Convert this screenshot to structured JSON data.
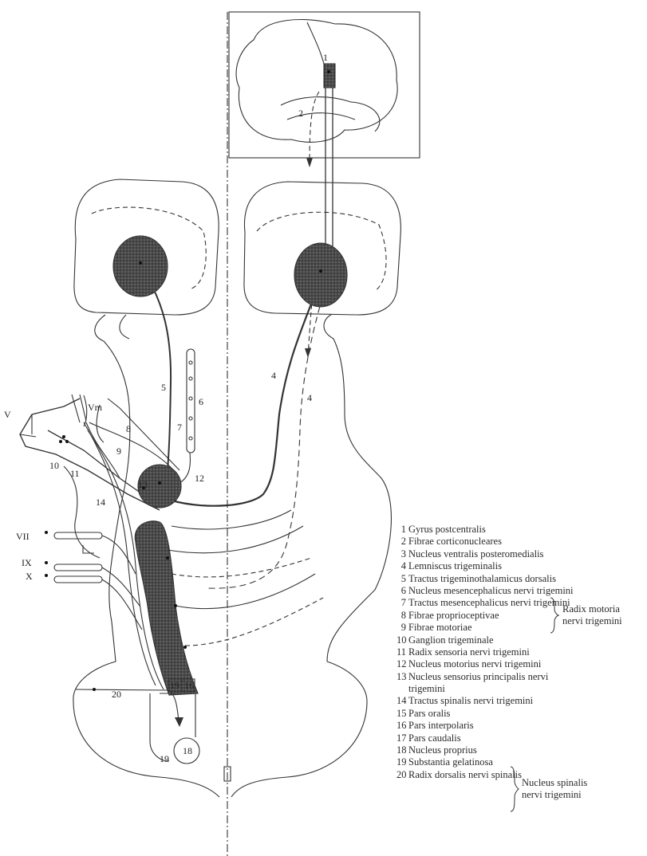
{
  "diagram": {
    "top_labels": {
      "l1": "1",
      "l2": "2"
    },
    "labels": {
      "l4a": "4",
      "l4b": "4",
      "l5": "5",
      "l6": "6",
      "l7": "7",
      "l8": "8",
      "l9": "9",
      "l10": "10",
      "l11": "11",
      "l12": "12",
      "l13": "13",
      "l14": "14",
      "l19": "19",
      "l16": "16",
      "l18": "18",
      "l19b": "19",
      "l20": "20"
    },
    "nerve_labels": {
      "v": "V",
      "vm": "Vm",
      "vii": "VII",
      "ix": "IX",
      "x": "X"
    }
  },
  "legend": {
    "items": [
      {
        "num": "1",
        "text": "Gyrus postcentralis"
      },
      {
        "num": "2",
        "text": "Fibrae corticonucleares"
      },
      {
        "num": "3",
        "text": "Nucleus ventralis posteromedialis"
      },
      {
        "num": "4",
        "text": "Lemniscus trigeminalis"
      },
      {
        "num": "5",
        "text": "Tractus trigeminothalamicus dorsalis"
      },
      {
        "num": "6",
        "text": "Nucleus mesencephalicus nervi trigemini"
      },
      {
        "num": "7",
        "text": "Tractus mesencephalicus nervi trigemini"
      },
      {
        "num": "8",
        "text": "Fibrae proprioceptivae"
      },
      {
        "num": "9",
        "text": "Fibrae motoriae"
      },
      {
        "num": "10",
        "text": "Ganglion trigeminale"
      },
      {
        "num": "11",
        "text": "Radix sensoria nervi trigemini"
      },
      {
        "num": "12",
        "text": "Nucleus motorius nervi trigemini"
      },
      {
        "num": "13",
        "text": "Nucleus sensorius principalis nervi"
      },
      {
        "num": "",
        "text": "trigemini"
      },
      {
        "num": "14",
        "text": "Tractus spinalis nervi trigemini"
      },
      {
        "num": "15",
        "text": "Pars oralis"
      },
      {
        "num": "16",
        "text": "Pars interpolaris"
      },
      {
        "num": "17",
        "text": "Pars caudalis"
      },
      {
        "num": "18",
        "text": "Nucleus proprius"
      },
      {
        "num": "19",
        "text": "Substantia gelatinosa"
      },
      {
        "num": "20",
        "text": "Radix dorsalis nervi spinalis"
      }
    ],
    "brace_89": {
      "line1": "Radix motoria",
      "line2": "nervi trigemini"
    },
    "brace_1517": {
      "line1": "Nucleus spinalis",
      "line2": "nervi trigemini"
    }
  }
}
